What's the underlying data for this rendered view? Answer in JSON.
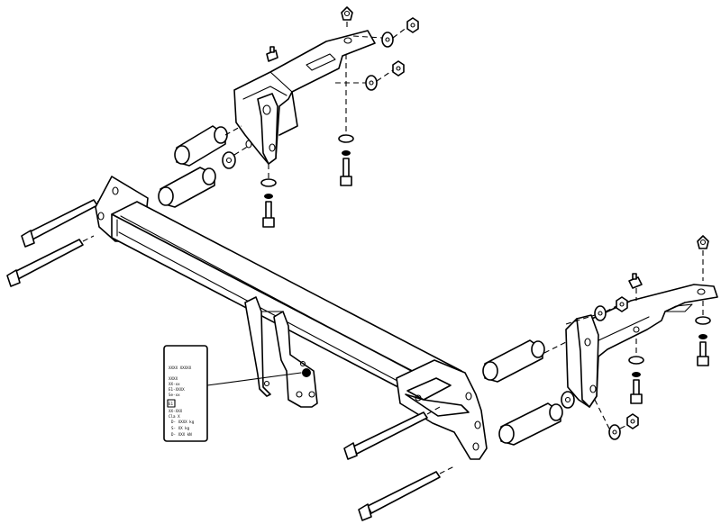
{
  "figure": {
    "type": "exploded-assembly-drawing",
    "subject": "tow bar assembly",
    "colors": {
      "line": "#000000",
      "background": "#ffffff"
    }
  },
  "label_plate": {
    "lines": [
      "XXXX XXXXX",
      "XXXX",
      "XX-xx",
      "E1-XXXX",
      "Se-xx",
      "E1",
      "XX-XXX",
      "Cla X",
      "D- XXXX kg",
      "S- XX kg",
      "D- XXX kN"
    ]
  },
  "parts": [
    "cross-beam",
    "left-bracket",
    "right-bracket",
    "tow-ball-mount",
    "spacer-tubes",
    "long-bolts",
    "short-bolts",
    "nuts",
    "washers",
    "cage-nuts",
    "socket-plate",
    "identification-label"
  ]
}
